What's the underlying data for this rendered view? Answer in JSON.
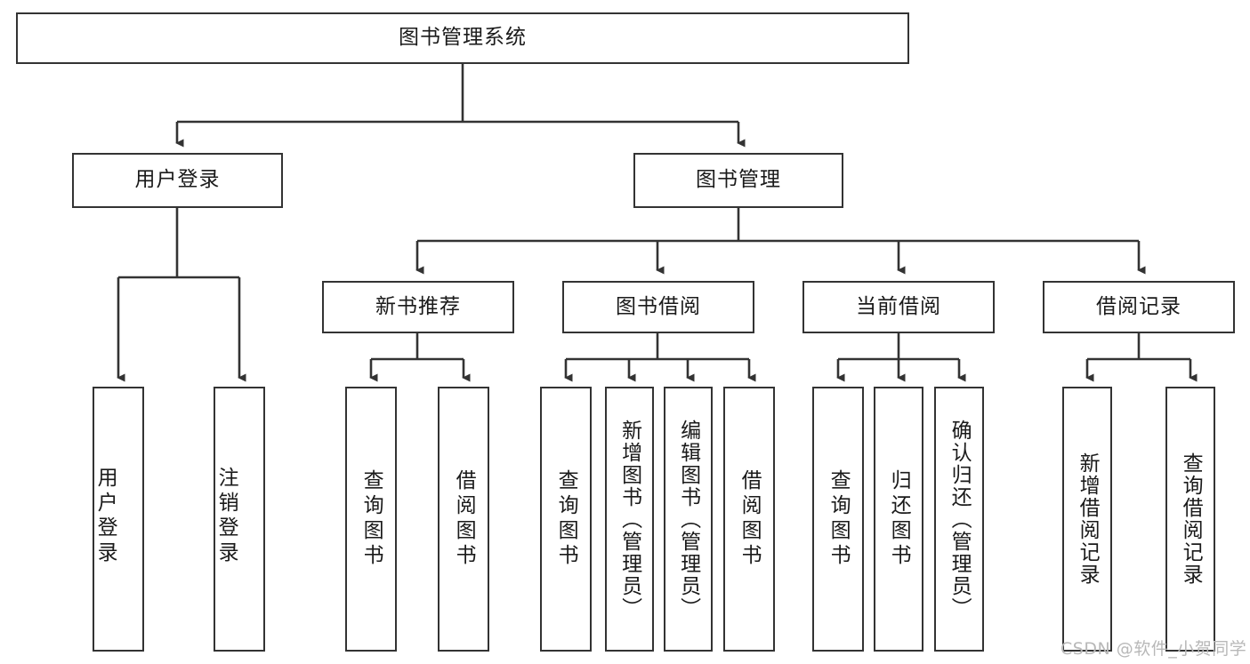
{
  "diagram": {
    "title": "图书管理系统",
    "type": "tree-hierarchy",
    "orientation": "top-down",
    "watermark": "CSDN @软件_小贺同学",
    "colors": {
      "stroke": "#333333",
      "fill": "#ffffff",
      "text": "#1a1a1a",
      "watermark": "#b8b8b8"
    }
  },
  "nodes": {
    "root": {
      "label": "图书管理系统",
      "level": 0
    },
    "level1": [
      {
        "id": "user-login",
        "label": "用户登录"
      },
      {
        "id": "book-manage",
        "label": "图书管理"
      }
    ],
    "level2": [
      {
        "id": "new-book-rec",
        "label": "新书推荐",
        "parent": "book-manage"
      },
      {
        "id": "book-borrow",
        "label": "图书借阅",
        "parent": "book-manage"
      },
      {
        "id": "current-borrow",
        "label": "当前借阅",
        "parent": "book-manage"
      },
      {
        "id": "borrow-record",
        "label": "借阅记录",
        "parent": "book-manage"
      }
    ],
    "leaves": [
      {
        "id": "leaf-user-login",
        "label": "用户登录",
        "parent": "user-login"
      },
      {
        "id": "leaf-logout",
        "label": "注销登录",
        "parent": "user-login"
      },
      {
        "id": "leaf-query-book-1",
        "label": "查询图书",
        "parent": "new-book-rec"
      },
      {
        "id": "leaf-borrow-book-1",
        "label": "借阅图书",
        "parent": "new-book-rec"
      },
      {
        "id": "leaf-query-book-2",
        "label": "查询图书",
        "parent": "book-borrow"
      },
      {
        "id": "leaf-add-book",
        "label": "新增图书（管理员）",
        "parent": "book-borrow"
      },
      {
        "id": "leaf-edit-book",
        "label": "编辑图书（管理员）",
        "parent": "book-borrow"
      },
      {
        "id": "leaf-borrow-book-2",
        "label": "借阅图书",
        "parent": "book-borrow"
      },
      {
        "id": "leaf-query-book-3",
        "label": "查询图书",
        "parent": "current-borrow"
      },
      {
        "id": "leaf-return-book",
        "label": "归还图书",
        "parent": "current-borrow"
      },
      {
        "id": "leaf-confirm-return",
        "label": "确认归还（管理员）",
        "parent": "current-borrow"
      },
      {
        "id": "leaf-add-record",
        "label": "新增借阅记录",
        "parent": "borrow-record"
      },
      {
        "id": "leaf-query-record",
        "label": "查询借阅记录",
        "parent": "borrow-record"
      }
    ]
  }
}
